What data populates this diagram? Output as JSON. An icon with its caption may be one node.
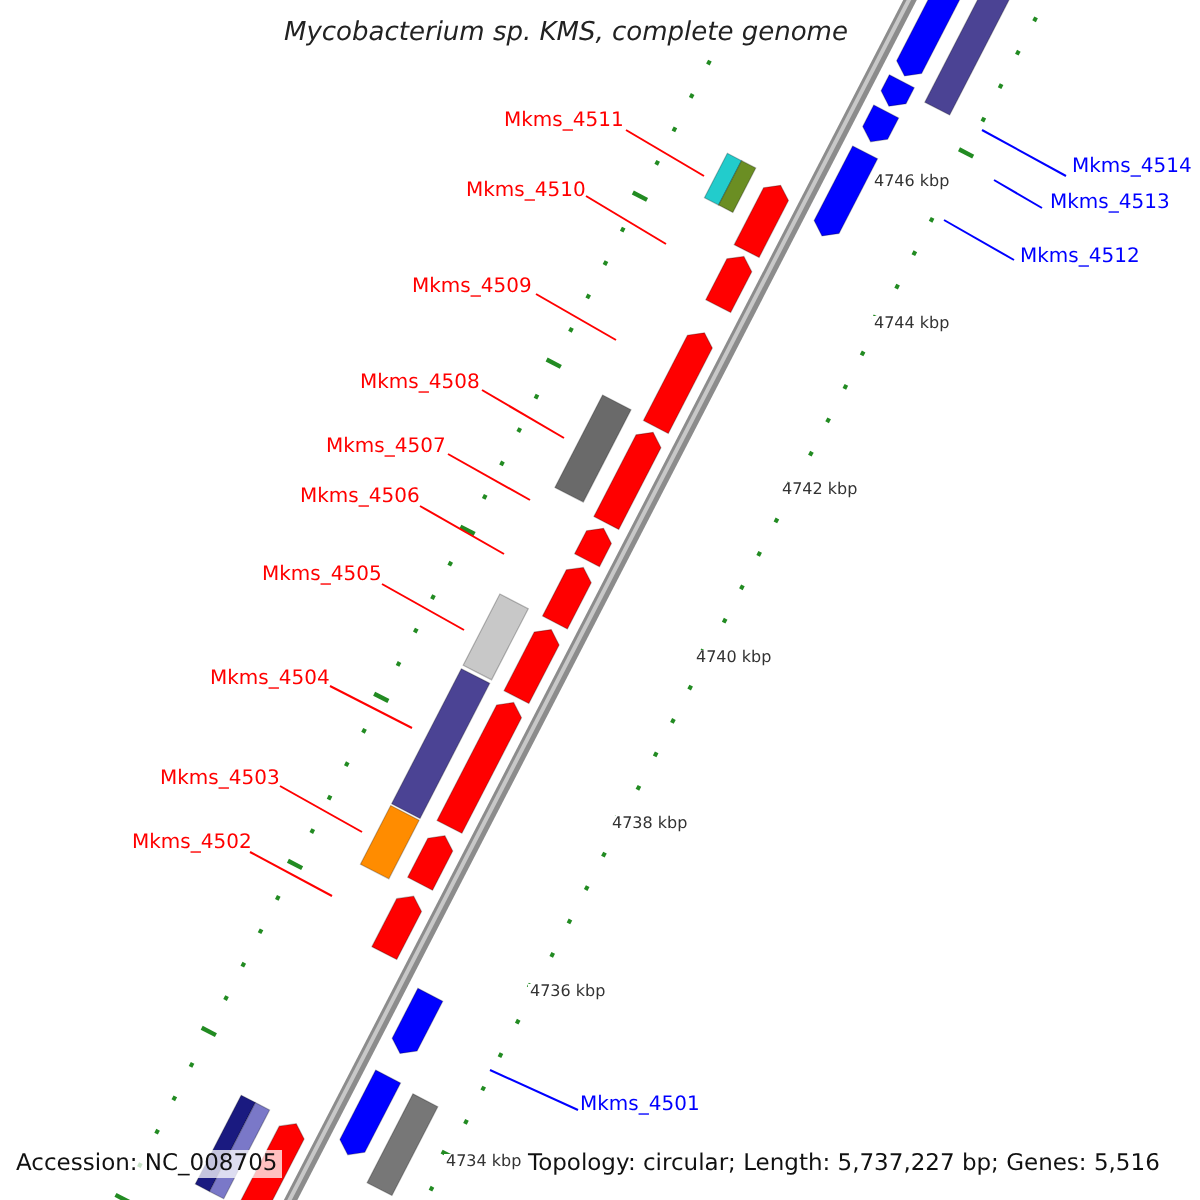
{
  "diagram": {
    "title": "Mycobacterium sp. KMS, complete genome",
    "nodes": [
      {
        "text": [
          "Mkms_4511"
        ]
      },
      {
        "text": [
          "Mkms_4514"
        ]
      },
      {
        "text": [
          "Mkms_4510"
        ]
      },
      {
        "text": [
          "Mkms_4513"
        ]
      },
      {
        "text": [
          "Mkms_4512"
        ]
      },
      {
        "text": [
          "Mkms_4509"
        ]
      },
      {
        "text": [
          "Mkms_4508"
        ]
      },
      {
        "text": [
          "Mkms_4507"
        ]
      },
      {
        "text": [
          "Mkms_4506"
        ]
      },
      {
        "text": [
          "Mkms_4505"
        ]
      },
      {
        "text": [
          "Mkms_4504"
        ]
      },
      {
        "text": [
          "Mkms_4503"
        ]
      },
      {
        "text": [
          "Mkms_4502"
        ]
      },
      {
        "text": [
          "Mkms_4501"
        ]
      }
    ],
    "edges": [
      {
        "from": 0,
        "to": null,
        "arrow": "none"
      },
      {
        "from": 1,
        "to": null,
        "arrow": "none",
        "color": "#0000ff"
      },
      {
        "from": 2,
        "to": null,
        "arrow": "none"
      },
      {
        "from": 3,
        "to": null,
        "arrow": "none",
        "color": "#0000ff"
      },
      {
        "from": 4,
        "to": null,
        "arrow": "none",
        "color": "#0000ff"
      },
      {
        "from": 5,
        "to": null,
        "arrow": "none"
      },
      {
        "from": 6,
        "to": null,
        "arrow": "none"
      },
      {
        "from": 7,
        "to": null,
        "arrow": "none"
      },
      {
        "from": 8,
        "to": null,
        "arrow": "none"
      },
      {
        "from": 9,
        "to": null,
        "arrow": "none"
      },
      {
        "from": 10,
        "to": null,
        "arrow": "none"
      },
      {
        "from": 11,
        "to": null,
        "arrow": "none"
      },
      {
        "from": 12,
        "to": null,
        "arrow": "none"
      },
      {
        "from": 13,
        "to": null,
        "arrow": "none",
        "color": "#0000ff"
      }
    ],
    "labels": [
      "4746 kbp",
      "4744 kbp",
      "4742 kbp",
      "4740 kbp",
      "4738 kbp",
      "4736 kbp",
      "4734 kbp",
      "Accession: NC_008705",
      "Topology: circular; Length: 5,737,227 bp; Genes: 5,516"
    ]
  }
}
